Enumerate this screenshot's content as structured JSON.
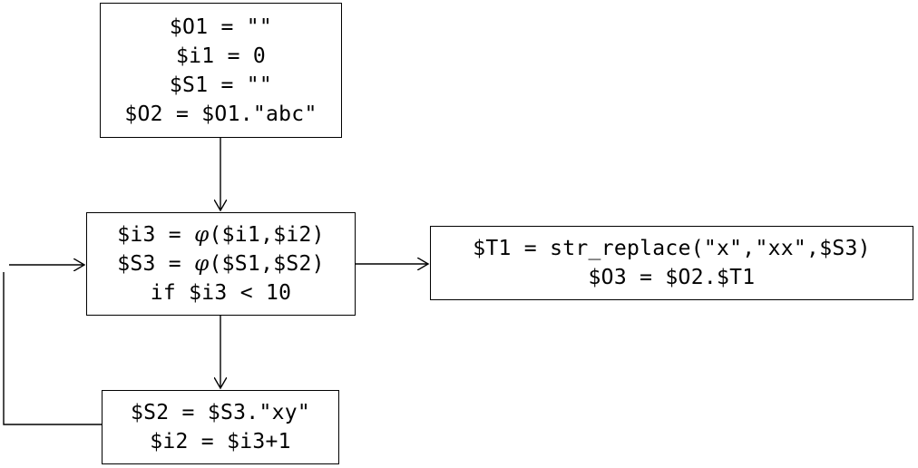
{
  "blocks": {
    "init": {
      "lines": [
        "$O1 = \"\"",
        "$i1 = 0",
        "$S1 = \"\"",
        "$O2 = $O1.\"abc\""
      ]
    },
    "loop": {
      "line1": {
        "lhs": "$i3 = ",
        "phi": "φ",
        "args": "($i1,$i2)"
      },
      "line2": {
        "lhs": "$S3 = ",
        "phi": "φ",
        "args": "($S1,$S2)"
      },
      "line3": "if $i3 < 10"
    },
    "exit": {
      "lines": [
        "$T1 = str_replace(\"x\",\"xx\",$S3)",
        "$O3 = $O2.$T1"
      ]
    },
    "body": {
      "lines": [
        "$S2 = $S3.\"xy\"",
        "$i2 = $i3+1"
      ]
    }
  },
  "edges": [
    {
      "from": "init",
      "to": "loop"
    },
    {
      "from": "loop",
      "to": "exit"
    },
    {
      "from": "loop",
      "to": "body"
    },
    {
      "from": "body",
      "to": "loop"
    }
  ]
}
